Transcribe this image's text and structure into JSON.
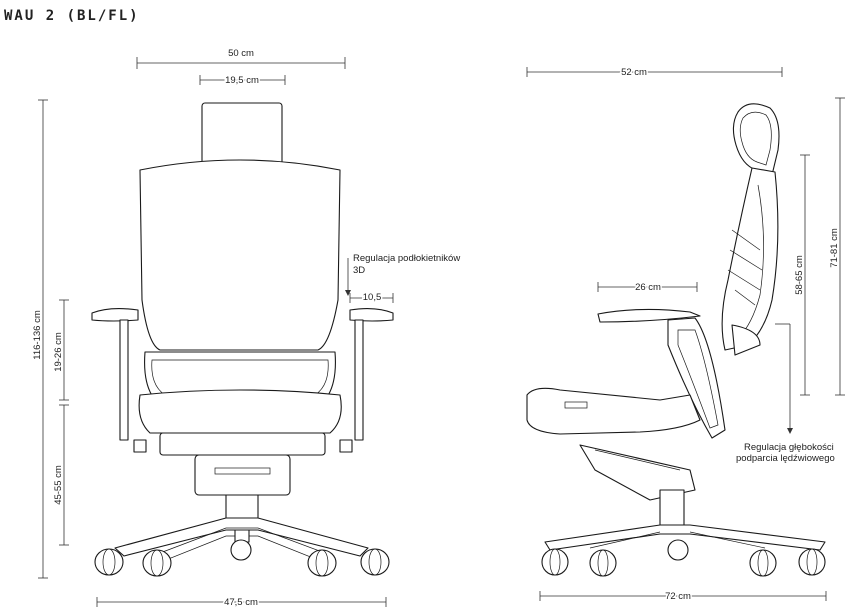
{
  "title": "WAU 2 (BL/FL)",
  "front": {
    "total_width": "50 cm",
    "headrest_width": "19,5 cm",
    "total_height": "116-136 cm",
    "headrest_adjust": "19-26 cm",
    "seat_height": "45-55 cm",
    "base_width": "47,5 cm",
    "armrest_note_line1": "Regulacja podłokietników",
    "armrest_note_line2": "3D",
    "armrest_width": "10,5"
  },
  "side": {
    "total_depth": "52 cm",
    "armrest_depth": "26 cm",
    "back_height": "71-81 cm",
    "backrest_height": "58-65 cm",
    "lumbar_note_line1": "Regulacja głębokości",
    "lumbar_note_line2": "podparcia lędźwiowego",
    "base_depth": "72 cm"
  }
}
